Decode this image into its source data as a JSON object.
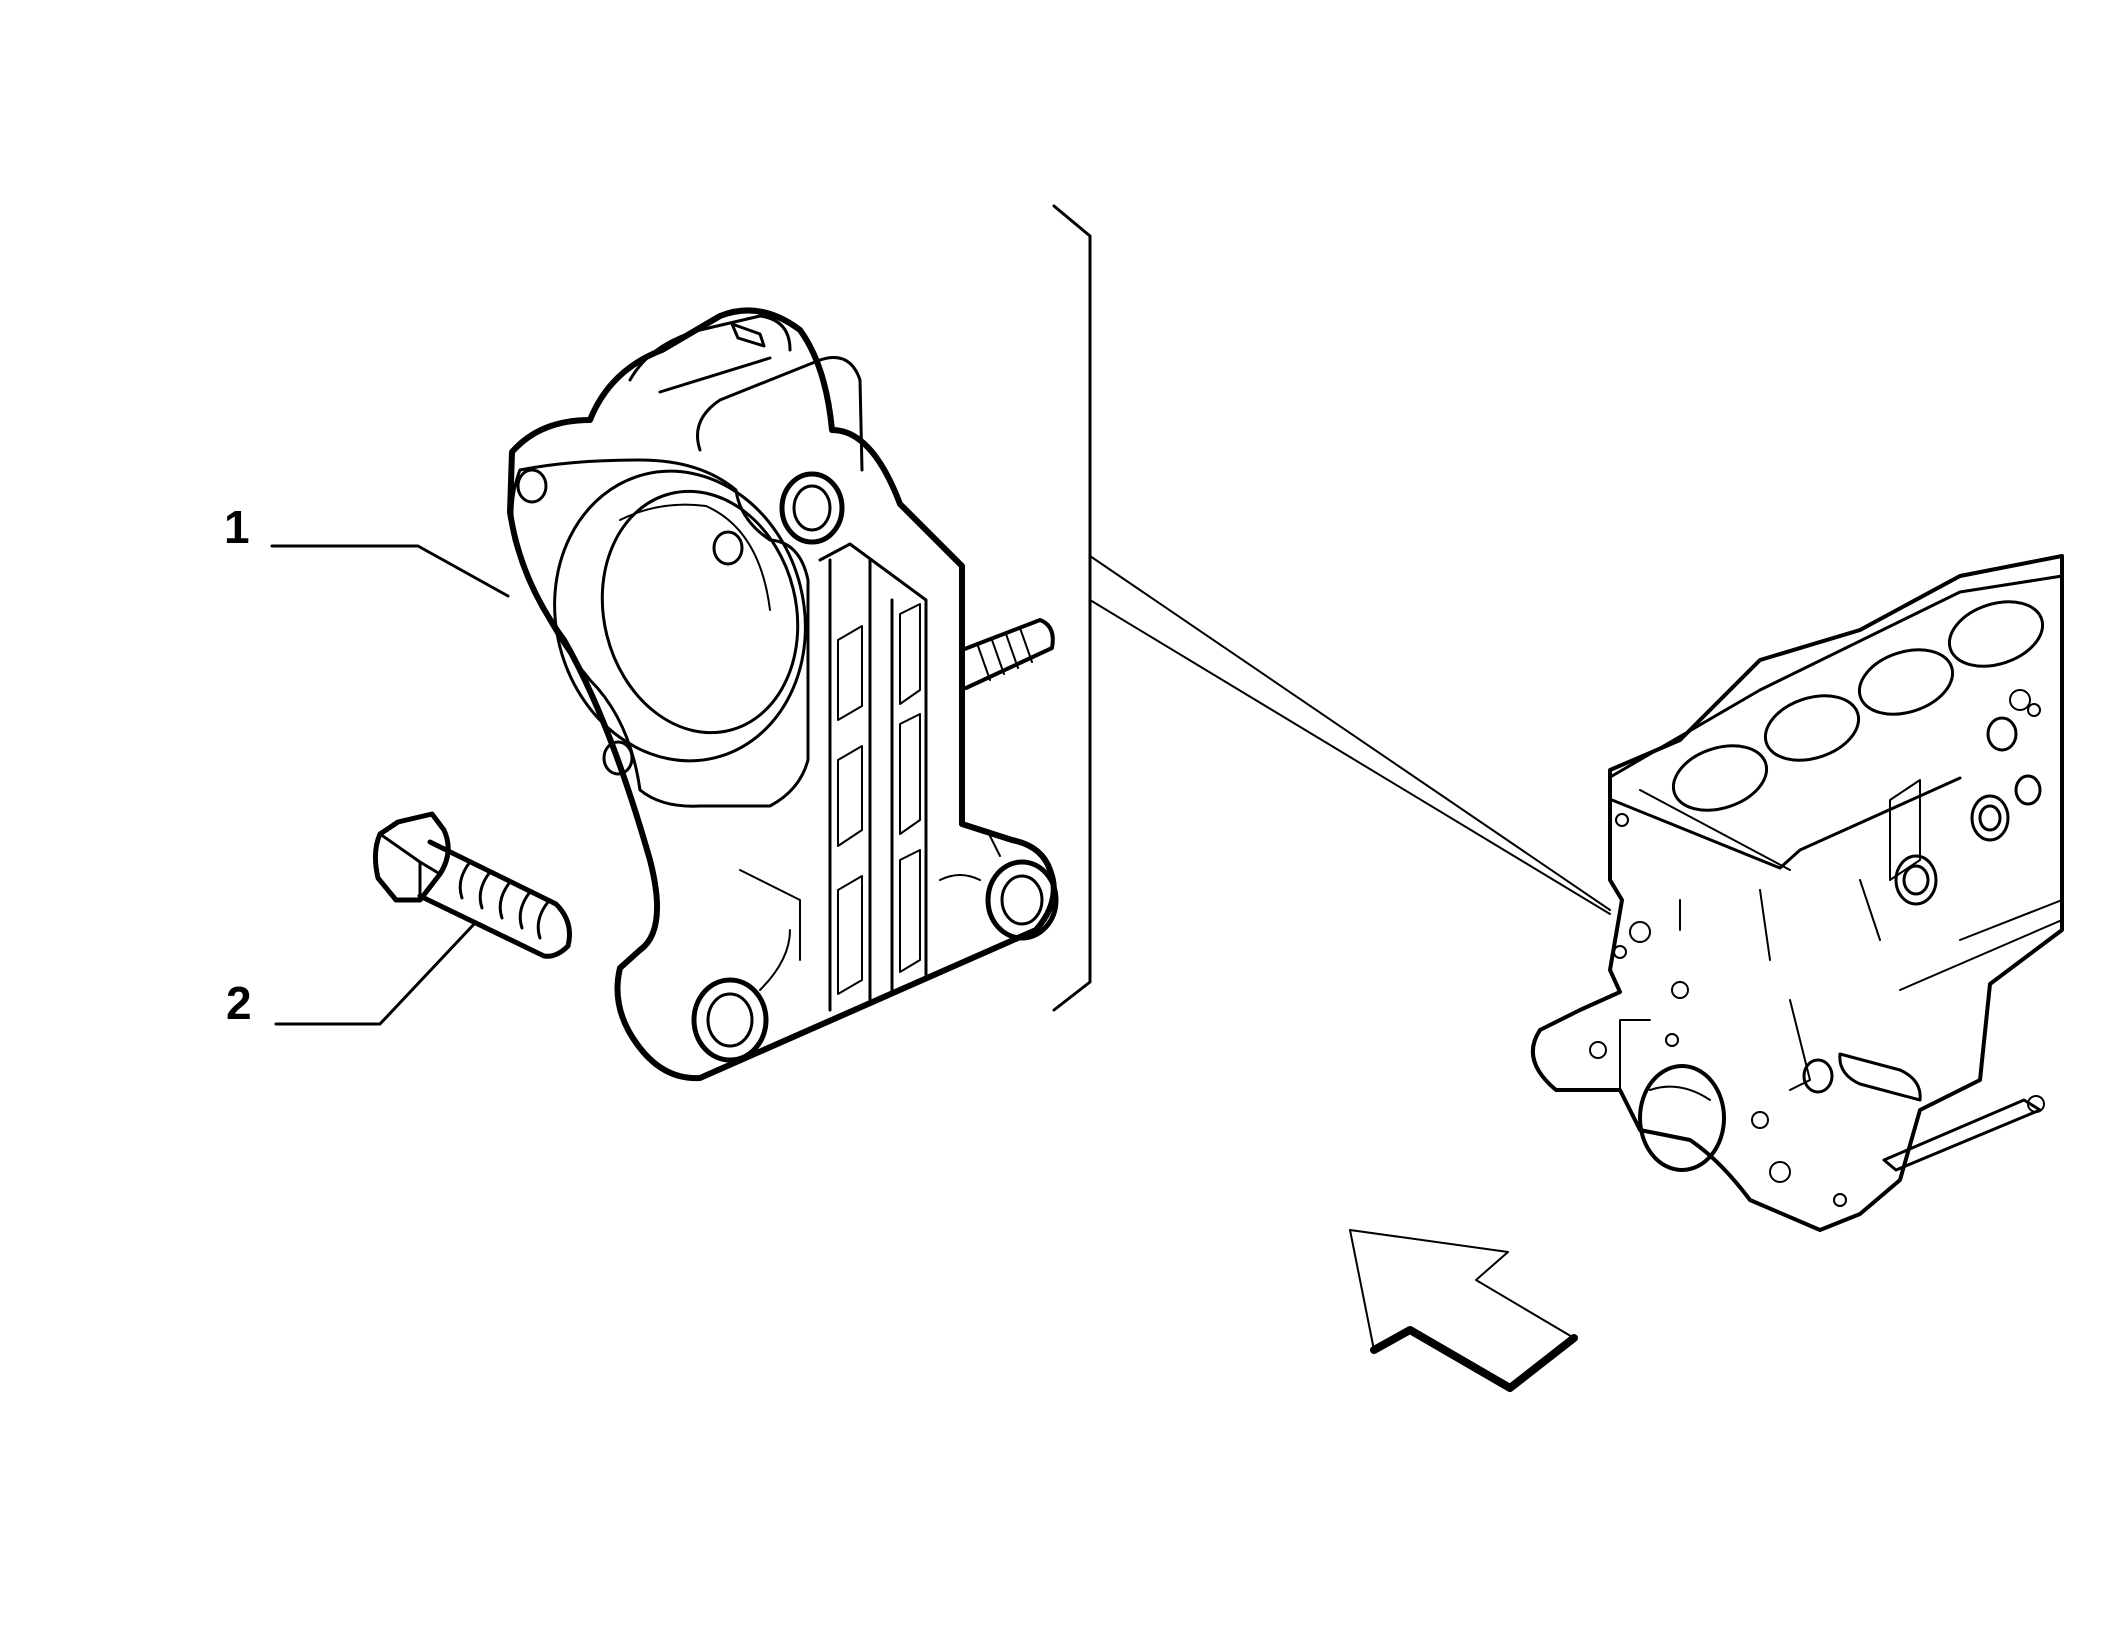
{
  "diagram": {
    "callouts": [
      {
        "label": "1",
        "part": "engine-support-bracket"
      },
      {
        "label": "2",
        "part": "hex-bolt"
      }
    ],
    "colors": {
      "line": "#000000",
      "background": "#ffffff"
    },
    "icons": [
      "bracket-drawing",
      "bolt-drawing",
      "engine-block-drawing",
      "direction-arrow-icon"
    ]
  }
}
